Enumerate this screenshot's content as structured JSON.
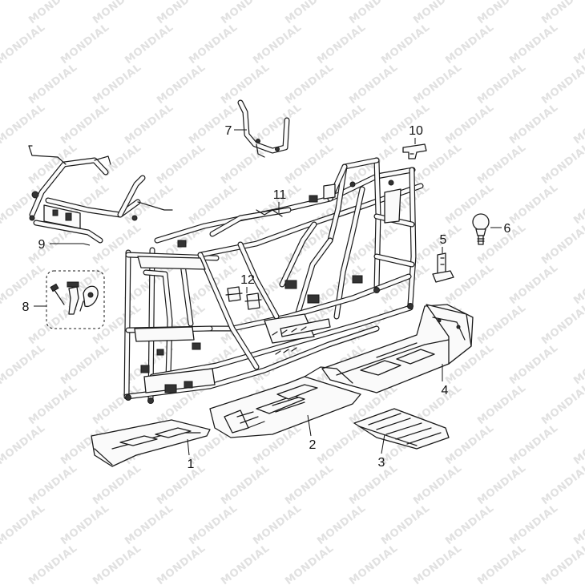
{
  "diagram": {
    "watermark_text": "MONDIAL",
    "callouts": [
      {
        "id": "1",
        "label": "1"
      },
      {
        "id": "2",
        "label": "2"
      },
      {
        "id": "3",
        "label": "3"
      },
      {
        "id": "4",
        "label": "4"
      },
      {
        "id": "5",
        "label": "5"
      },
      {
        "id": "6",
        "label": "6"
      },
      {
        "id": "7",
        "label": "7"
      },
      {
        "id": "8",
        "label": "8"
      },
      {
        "id": "9",
        "label": "9"
      },
      {
        "id": "10",
        "label": "10"
      },
      {
        "id": "11",
        "label": "11"
      },
      {
        "id": "12",
        "label": "12"
      }
    ],
    "colors": {
      "line": "#1a1a1a",
      "watermark": "#e1e1e1",
      "background": "#ffffff"
    }
  }
}
